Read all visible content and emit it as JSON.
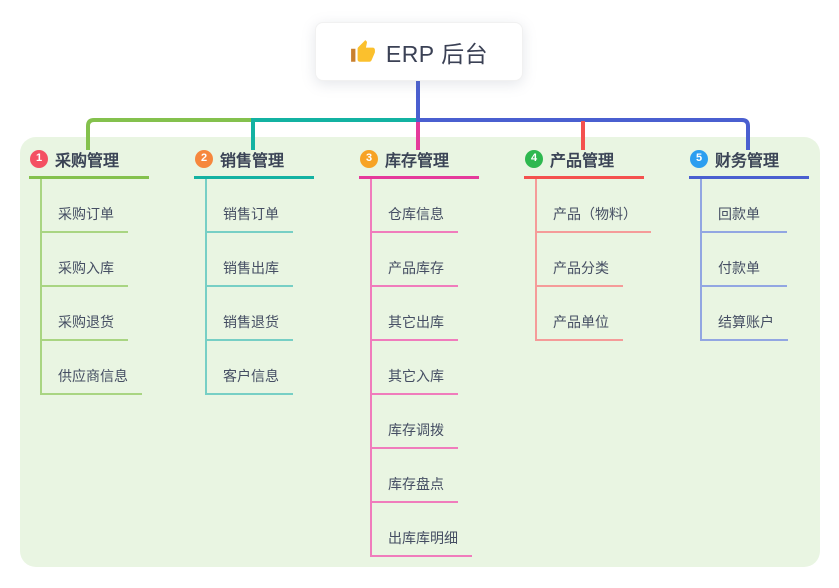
{
  "root": {
    "title": "ERP 后台",
    "icon": "thumbs-up-icon"
  },
  "colors": {
    "canvas_bg": "#ffffff",
    "panel_bg": "#e9f5e2",
    "connector_blue": "#4a5fd0",
    "title_text": "#3b4155",
    "header_text": "#3b4456",
    "item_text": "#454e63",
    "thumb_yellow": "#fbc02d",
    "thumb_cuff": "#c9802e"
  },
  "branches": [
    {
      "number": "1",
      "title": "采购管理",
      "accent": "#84c14d",
      "light": "#a9d582",
      "badge": "#f45062",
      "children": [
        "采购订单",
        "采购入库",
        "采购退货",
        "供应商信息"
      ]
    },
    {
      "number": "2",
      "title": "销售管理",
      "accent": "#13b2a2",
      "light": "#77cfc5",
      "badge": "#f6873d",
      "children": [
        "销售订单",
        "销售出库",
        "销售退货",
        "客户信息"
      ]
    },
    {
      "number": "3",
      "title": "库存管理",
      "accent": "#e53a9b",
      "light": "#f07cbc",
      "badge": "#f7a325",
      "children": [
        "仓库信息",
        "产品库存",
        "其它出库",
        "其它入库",
        "库存调拨",
        "库存盘点",
        "出库库明细"
      ]
    },
    {
      "number": "4",
      "title": "产品管理",
      "accent": "#f4514e",
      "light": "#f59b99",
      "badge": "#2eb84f",
      "children": [
        "产品（物料）",
        "产品分类",
        "产品单位"
      ]
    },
    {
      "number": "5",
      "title": "财务管理",
      "accent": "#4a5fd0",
      "light": "#92a6e2",
      "badge": "#2c9ef0",
      "children": [
        "回款单",
        "付款单",
        "结算账户"
      ]
    }
  ]
}
